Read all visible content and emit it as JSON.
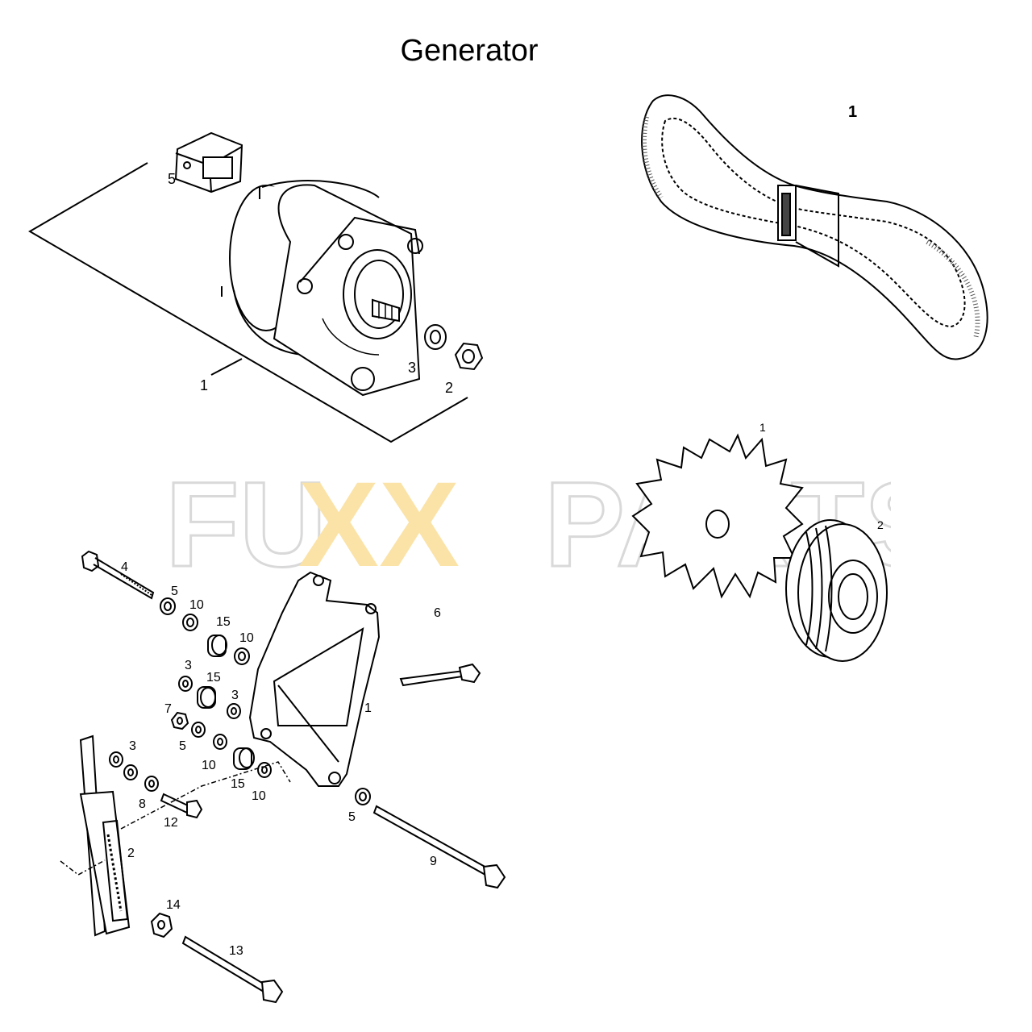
{
  "title": "Generator",
  "watermark": {
    "parts": [
      "FU",
      "XX",
      "PARTS"
    ],
    "colors": {
      "grey": "#d9d9d9",
      "yellow": "#fbe3a8"
    }
  },
  "alternator_group": {
    "labels": {
      "alternator": "1",
      "nut": "2",
      "washer": "3",
      "regulator": "5"
    }
  },
  "belt_group": {
    "labels": {
      "belt": "1"
    }
  },
  "fan_pulley_group": {
    "labels": {
      "fan": "1",
      "pulley": "2"
    }
  },
  "bracket_group": {
    "labels": {
      "bolt_top": "4",
      "washer_a": "5",
      "washer_b": "10",
      "spacer_a": "15",
      "washer_c": "10",
      "washer_d": "3",
      "spacer_b": "15",
      "washer_e": "3",
      "nut_small": "7",
      "washer_f": "5",
      "washer_g": "10",
      "bracket": "1",
      "bolt_right": "6",
      "washer_h": "3",
      "washer_i": "8",
      "bolt_short": "12",
      "spacer_c": "15",
      "washer_j": "10",
      "washer_k": "5",
      "bolt_long": "9",
      "adjuster_strap": "2",
      "nut_lower": "14",
      "bolt_lower": "13"
    }
  }
}
